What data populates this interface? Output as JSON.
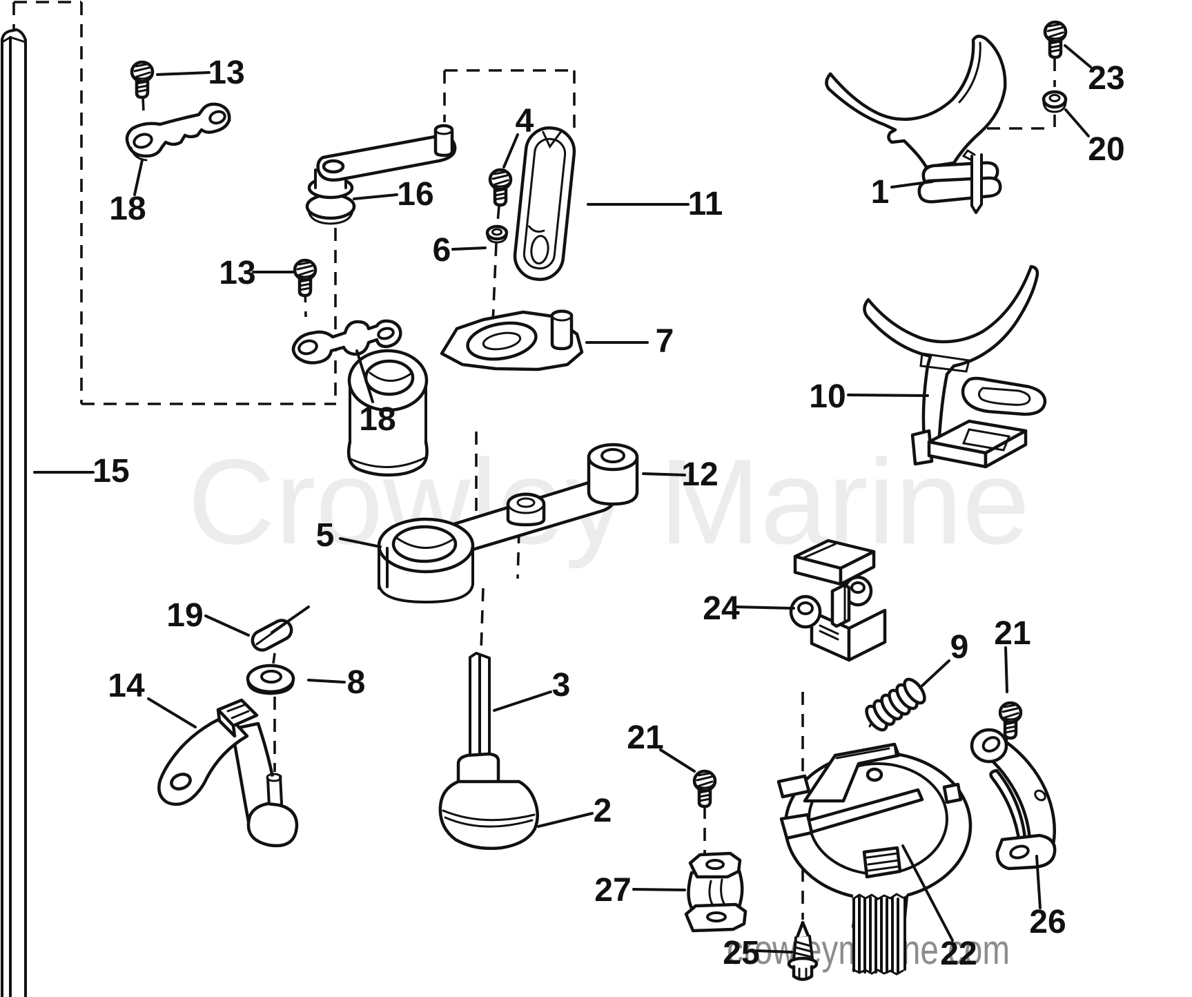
{
  "diagram": {
    "type": "exploded-parts-line-drawing",
    "background": "#ffffff",
    "line_color": "#111111",
    "watermarks": {
      "center": {
        "text": "Crowley Marine",
        "color": "#ececec"
      },
      "bottom": {
        "text": "crowleymarine.com",
        "color": "#8c8c8c"
      }
    },
    "callouts": {
      "c13a": {
        "text": "13"
      },
      "c18a": {
        "text": "18"
      },
      "c16": {
        "text": "16"
      },
      "c13b": {
        "text": "13"
      },
      "c4": {
        "text": "4"
      },
      "c11": {
        "text": "11"
      },
      "c6": {
        "text": "6"
      },
      "c7": {
        "text": "7"
      },
      "c18b": {
        "text": "18"
      },
      "c15": {
        "text": "15"
      },
      "c12": {
        "text": "12"
      },
      "c5": {
        "text": "5"
      },
      "c19": {
        "text": "19"
      },
      "c8": {
        "text": "8"
      },
      "c14": {
        "text": "14"
      },
      "c3": {
        "text": "3"
      },
      "c2": {
        "text": "2"
      },
      "c21a": {
        "text": "21"
      },
      "c27": {
        "text": "27"
      },
      "c24": {
        "text": "24"
      },
      "c9": {
        "text": "9"
      },
      "c21b": {
        "text": "21"
      },
      "c23": {
        "text": "23"
      },
      "c20": {
        "text": "20"
      },
      "c1": {
        "text": "1"
      },
      "c10": {
        "text": "10"
      },
      "c26": {
        "text": "26"
      },
      "c22": {
        "text": "22"
      },
      "c25": {
        "text": "25"
      }
    }
  }
}
